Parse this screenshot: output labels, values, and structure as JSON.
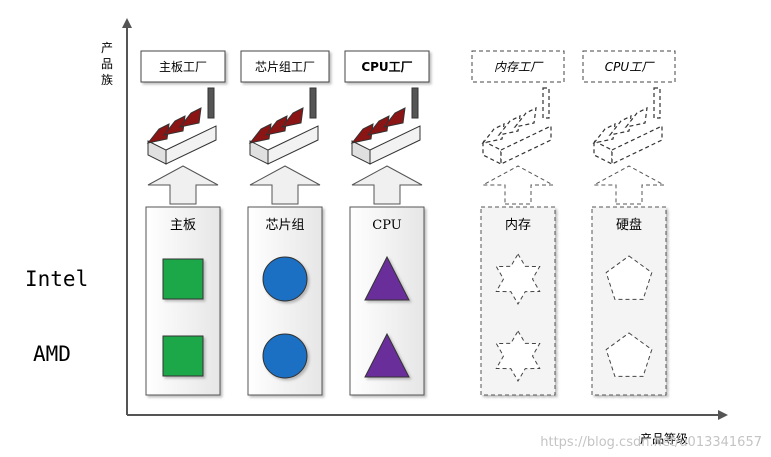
{
  "axes": {
    "y_label_chars": [
      "产",
      "品",
      "族"
    ],
    "x_label": "产品等级"
  },
  "rows": [
    "Intel",
    "AMD"
  ],
  "columns": [
    {
      "factory_label": "主板工厂",
      "product_label": "主板",
      "shape": "square",
      "color": "#1aa84a",
      "style": "solid"
    },
    {
      "factory_label": "芯片组工厂",
      "product_label": "芯片组",
      "shape": "circle",
      "color": "#1a6fc4",
      "style": "solid"
    },
    {
      "factory_label": "CPU工厂",
      "product_label": "CPU",
      "shape": "triangle",
      "color": "#6a2f9a",
      "style": "solid"
    },
    {
      "factory_label": "内存工厂",
      "product_label": "内存",
      "shape": "hexagram",
      "color": "#ffffff",
      "style": "dashed"
    },
    {
      "factory_label": "CPU工厂",
      "product_label": "硬盘",
      "shape": "pentagon",
      "color": "#ffffff",
      "style": "dashed"
    }
  ],
  "watermark": "https://blog.csdn.net/u013341657",
  "colors": {
    "roof": "#8b1414",
    "chimney": "#555555",
    "axis": "#555555"
  }
}
